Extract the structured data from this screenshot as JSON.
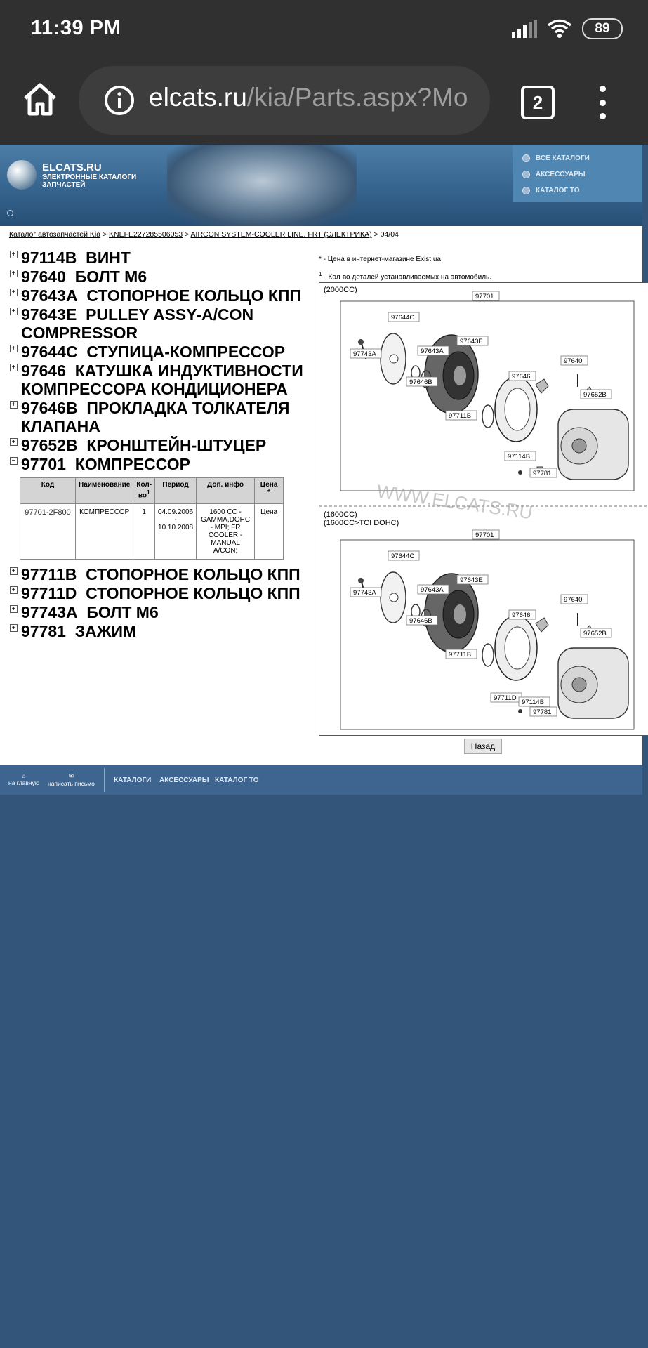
{
  "status_bar": {
    "time": "11:39 PM",
    "battery": "89"
  },
  "browser": {
    "url_host": "elcats.ru",
    "url_path": "/kia/Parts.aspx?Mo",
    "tab_count": "2"
  },
  "banner": {
    "logo_title": "ELCATS.RU",
    "logo_subtitle_1": "ЭЛЕКТРОННЫЕ КАТАЛОГИ",
    "logo_subtitle_2": "ЗАПЧАСТЕЙ",
    "menu": [
      "ВСЕ КАТАЛОГИ",
      "АКСЕССУАРЫ",
      "КАТАЛОГ ТО"
    ]
  },
  "breadcrumb": {
    "root": "Каталог автозапчастей Kia",
    "vin": "KNEFE227285506053",
    "group": "AIRCON SYSTEM-COOLER LINE, FRT (ЭЛЕКТРИКА)",
    "page": "04/04"
  },
  "parts_before": [
    {
      "code": "97114B",
      "name": "ВИНТ"
    },
    {
      "code": "97640",
      "name": "БОЛТ M6"
    },
    {
      "code": "97643A",
      "name": "СТОПОРНОЕ КОЛЬЦО КПП"
    },
    {
      "code": "97643E",
      "name": "PULLEY ASSY-A/CON COMPRESSOR"
    },
    {
      "code": "97644C",
      "name": "СТУПИЦА-КОМПРЕССОР"
    },
    {
      "code": "97646",
      "name": "КАТУШКА ИНДУКТИВНОСТИ КОМПРЕССОРА КОНДИЦИОНЕРА"
    },
    {
      "code": "97646B",
      "name": "ПРОКЛАДКА ТОЛКАТЕЛЯ КЛАПАНА"
    },
    {
      "code": "97652B",
      "name": "КРОНШТЕЙН-ШТУЦЕР"
    }
  ],
  "expanded_part": {
    "code": "97701",
    "name": "КОМПРЕССОР"
  },
  "table": {
    "headers": [
      "Код",
      "Наименование",
      "Кол-во",
      "Период",
      "Доп. инфо",
      "Цена"
    ],
    "header_marks": {
      "qty": "1",
      "price": "*"
    },
    "row": {
      "code": "97701-2F800",
      "name": "КОМПРЕССОР",
      "qty": "1",
      "period_from": "04.09.2006",
      "period_dash": "-",
      "period_to": "10.10.2008",
      "info": "1600 CC - GAMMA,DOHC - MPI; FR COOLER - MANUAL A/CON;",
      "price_link": "Цена"
    }
  },
  "parts_after": [
    {
      "code": "97711B",
      "name": "СТОПОРНОЕ КОЛЬЦО КПП"
    },
    {
      "code": "97711D",
      "name": "СТОПОРНОЕ КОЛЬЦО КПП"
    },
    {
      "code": "97743A",
      "name": "БОЛТ M6"
    },
    {
      "code": "97781",
      "name": "ЗАЖИМ"
    }
  ],
  "notes": {
    "note1": "* - Цена в интернет-магазине Exist.ua",
    "note2_mark": "1",
    "note2": " - Кол-во деталей устанавливаемых на автомобиль."
  },
  "diagram": {
    "panel1_title": "(2000CC)",
    "panel2_title_1": "(1600CC)",
    "panel2_title_2": "(1600CC>TCI DOHC)",
    "watermark": "WWW.ELCATS.RU",
    "panel1_labels": [
      "97701",
      "97644C",
      "97743A",
      "97643A",
      "97643E",
      "97640",
      "97646",
      "97646B",
      "97652B",
      "97711B",
      "97114B",
      "97781"
    ],
    "panel2_labels": [
      "97701",
      "97644C",
      "97743A",
      "97643A",
      "97643E",
      "97640",
      "97646",
      "97646B",
      "97652B",
      "97711B",
      "97711D",
      "97114B",
      "97781"
    ]
  },
  "back_button": "Назад",
  "footer": {
    "home": "на главную",
    "write": "написать письмо",
    "links": [
      "КАТАЛОГИ",
      "АКСЕССУАРЫ",
      "КАТАЛОГ ТО"
    ]
  }
}
